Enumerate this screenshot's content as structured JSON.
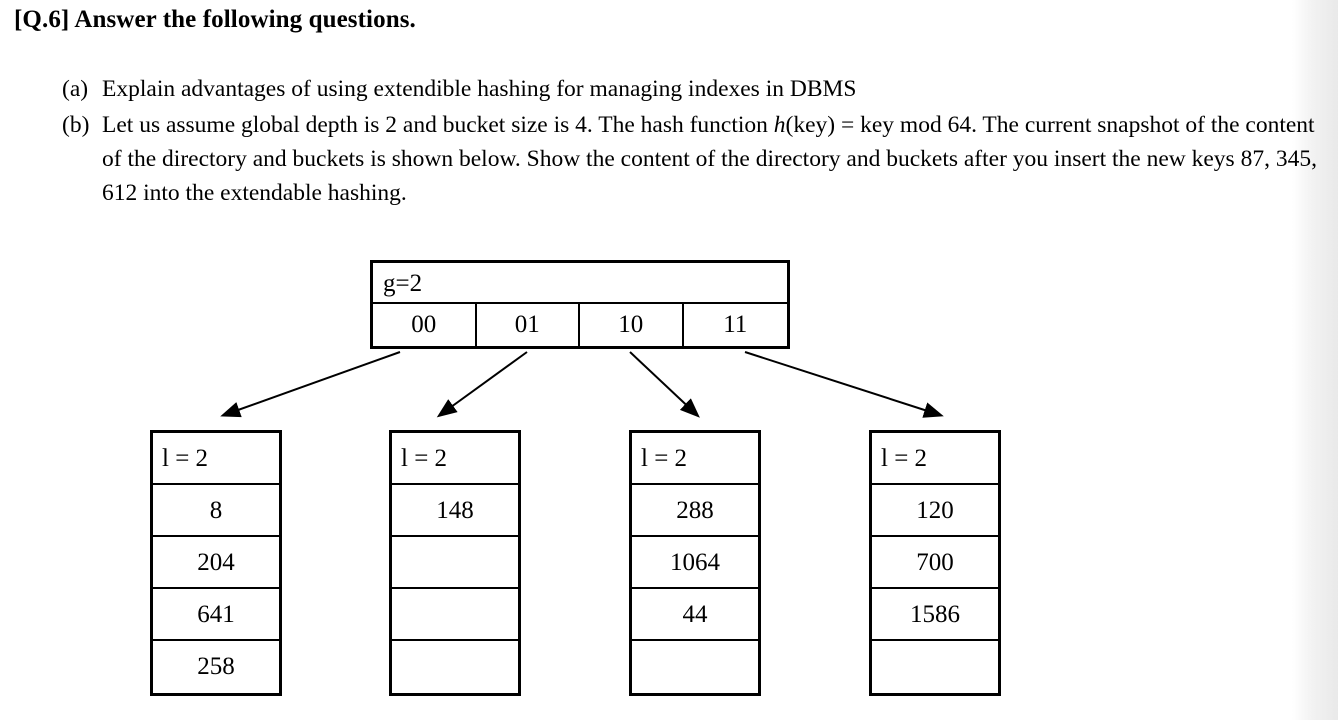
{
  "question": {
    "title": "[Q.6] Answer the following questions.",
    "items": [
      {
        "marker": "(a)",
        "text": "Explain advantages of using extendible hashing for managing indexes in DBMS"
      },
      {
        "marker": "(b)",
        "text_part1": "Let us assume global depth is 2 and bucket size is 4. The hash function ",
        "text_italic": "h",
        "text_part2": "(key) = key mod 64. The current snapshot of the content of the directory and buckets is shown below. Show the content of the directory and buckets after you insert the new keys 87, 345, 612 into the extendable hashing."
      }
    ]
  },
  "diagram": {
    "directory": {
      "global_depth_label": "g=2",
      "entries": [
        "00",
        "01",
        "10",
        "11"
      ]
    },
    "buckets": [
      {
        "local_depth": "l = 2",
        "keys": [
          "8",
          "204",
          "641",
          "258"
        ]
      },
      {
        "local_depth": "l = 2",
        "keys": [
          "148",
          "",
          "",
          ""
        ]
      },
      {
        "local_depth": "l = 2",
        "keys": [
          "288",
          "1064",
          "44",
          ""
        ]
      },
      {
        "local_depth": "l = 2",
        "keys": [
          "120",
          "700",
          "1586",
          ""
        ]
      }
    ]
  }
}
